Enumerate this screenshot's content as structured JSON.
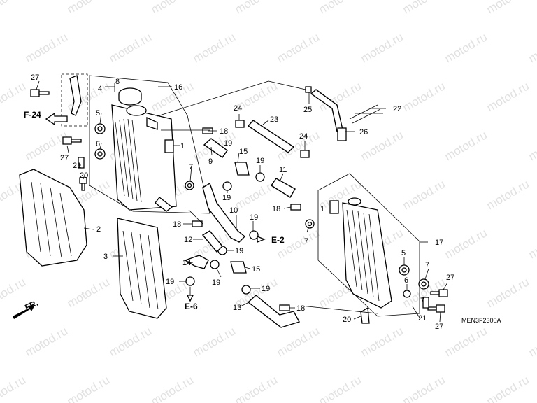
{
  "watermark": "motod.ru",
  "diagram_code": "MEN3F2300A",
  "refs": {
    "front": "F-24",
    "e2": "E-2",
    "e6": "E-6",
    "fr": "FR."
  },
  "callouts": {
    "n2": "2",
    "n3": "3",
    "n4": "4",
    "n5a": "5",
    "n5b": "5",
    "n6a": "6",
    "n6b": "6",
    "n7a": "7",
    "n7b": "7",
    "n7c": "7",
    "n7d": "7",
    "n8": "8",
    "n9": "9",
    "n10": "10",
    "n11": "11",
    "n12": "12",
    "n13": "13",
    "n14": "14",
    "n15a": "15",
    "n15b": "15",
    "n16": "16",
    "n17": "17",
    "n18a": "18",
    "n18b": "18",
    "n18c": "18",
    "n18d": "18",
    "n19a": "19",
    "n19b": "19",
    "n19c": "19",
    "n19d": "19",
    "n19e": "19",
    "n19f": "19",
    "n19g": "19",
    "n19h": "19",
    "n20a": "20",
    "n20b": "20",
    "n21a": "21",
    "n21b": "21",
    "n22": "22",
    "n23": "23",
    "n24a": "24",
    "n24b": "24",
    "n25": "25",
    "n26": "26",
    "n27a": "27",
    "n27b": "27",
    "n27c": "27",
    "n27d": "27",
    "n1a": "1",
    "n1b": "1"
  }
}
